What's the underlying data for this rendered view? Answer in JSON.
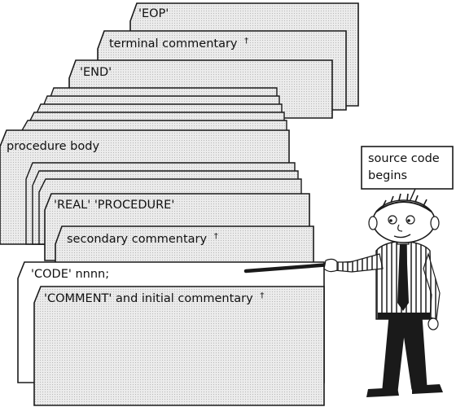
{
  "diagram": {
    "cards": {
      "eop": "'EOP'",
      "terminal_commentary": "terminal commentary",
      "end": "'END'",
      "procedure_body": "procedure body",
      "real_procedure": "'REAL' 'PROCEDURE'",
      "secondary_commentary": "secondary commentary",
      "code": "'CODE' nnnn;",
      "comment_initial": "'COMMENT' and initial commentary"
    },
    "dagger": "†",
    "speech_bubble": {
      "line1": "source code",
      "line2": "begins"
    },
    "colors": {
      "card_fill": "#e6e6e6",
      "card_stroke": "#1a1a1a",
      "background": "#ffffff"
    }
  }
}
